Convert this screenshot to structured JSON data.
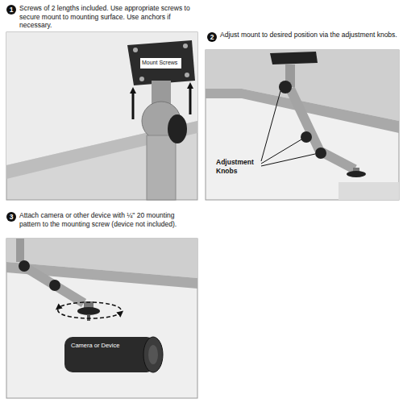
{
  "diagram": {
    "nodes": [
      {
        "text": [
          "Mount Screws"
        ]
      },
      {
        "text": [
          "Camera or Device"
        ]
      }
    ],
    "labels": [
      "1",
      "Screws of 2 lengths included. Use appropriate screws to secure mount to mounting surface. Use anchors if necessary.",
      "2",
      "Adjust mount to desired position via the adjustment knobs.",
      "3",
      "Attach camera or other device with ¼\" 20 mounting pattern to the mounting screw (device not included).",
      "Adjustment Knobs"
    ]
  }
}
